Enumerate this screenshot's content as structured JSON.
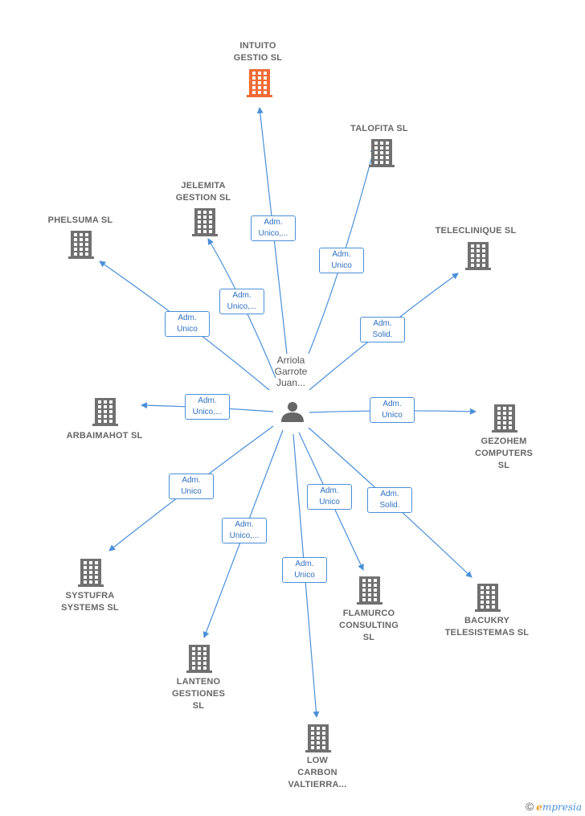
{
  "center": {
    "label": "Arriola\nGarrote\nJuan..."
  },
  "companies": [
    {
      "id": "intuito",
      "label": "INTUITO\nGESTIO  SL",
      "highlight": true
    },
    {
      "id": "talofita",
      "label": "TALOFITA  SL",
      "highlight": false
    },
    {
      "id": "jelemita",
      "label": "JELEMITA\nGESTION  SL",
      "highlight": false
    },
    {
      "id": "phelsuma",
      "label": "PHELSUMA SL",
      "highlight": false
    },
    {
      "id": "teleclinique",
      "label": "TELECLINIQUE SL",
      "highlight": false
    },
    {
      "id": "arbaimahot",
      "label": "ARBAIMAHOT SL",
      "highlight": false
    },
    {
      "id": "gezohem",
      "label": "GEZOHEM\nCOMPUTERS\nSL",
      "highlight": false
    },
    {
      "id": "systufra",
      "label": "SYSTUFRA\nSYSTEMS  SL",
      "highlight": false
    },
    {
      "id": "bacukry",
      "label": "BACUKRY\nTELESISTEMAS SL",
      "highlight": false
    },
    {
      "id": "flamurco",
      "label": "FLAMURCO\nCONSULTING\nSL",
      "highlight": false
    },
    {
      "id": "lanteno",
      "label": "LANTENO\nGESTIONES\nSL",
      "highlight": false
    },
    {
      "id": "lowcarbon",
      "label": "LOW\nCARBON\nVALTIERRA...",
      "highlight": false
    }
  ],
  "edges": [
    {
      "to": "intuito",
      "label": "Adm.\nUnico,..."
    },
    {
      "to": "talofita",
      "label": "Adm.\nUnico"
    },
    {
      "to": "jelemita",
      "label": "Adm.\nUnico,..."
    },
    {
      "to": "phelsuma",
      "label": "Adm.\nUnico"
    },
    {
      "to": "teleclinique",
      "label": "Adm.\nSolid."
    },
    {
      "to": "arbaimahot",
      "label": "Adm.\nUnico,..."
    },
    {
      "to": "gezohem",
      "label": "Adm.\nUnico"
    },
    {
      "to": "systufra",
      "label": "Adm.\nUnico"
    },
    {
      "to": "bacukry",
      "label": "Adm.\nSolid."
    },
    {
      "to": "flamurco",
      "label": "Adm.\nUnico"
    },
    {
      "to": "lanteno",
      "label": "Adm.\nUnico,..."
    },
    {
      "to": "lowcarbon",
      "label": "Adm.\nUnico"
    }
  ],
  "colors": {
    "edge": "#4a8fd8",
    "building": "#707070",
    "highlight_building": "#f06a35",
    "person": "#666666"
  },
  "footer": {
    "copyright": "©",
    "brand_first": "e",
    "brand_rest": "mpresia"
  }
}
